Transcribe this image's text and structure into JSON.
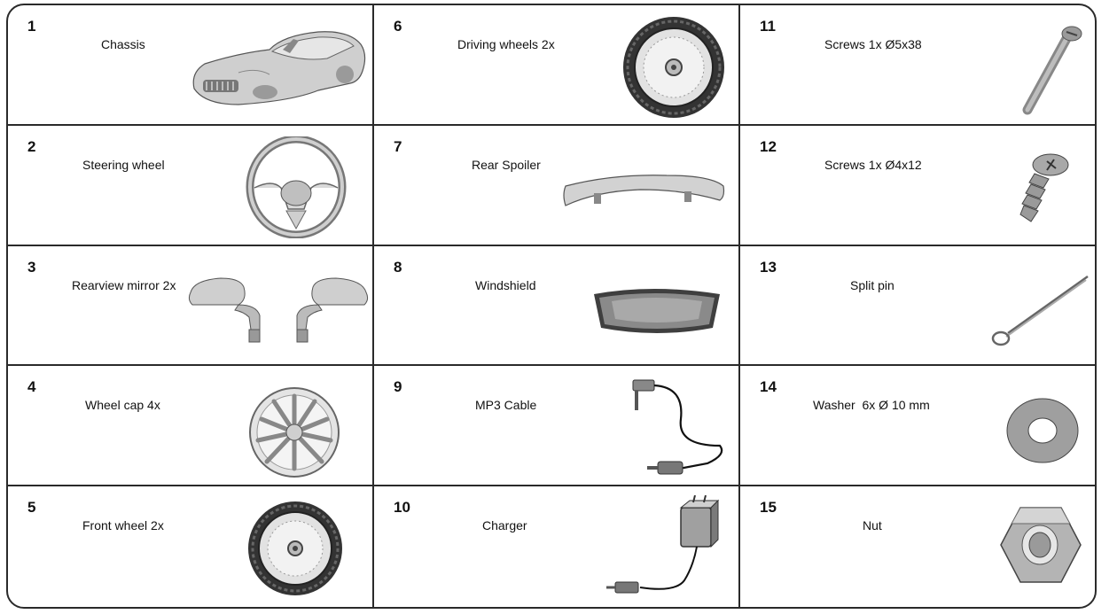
{
  "parts": [
    {
      "number": "1",
      "name": "Chassis",
      "icon": "car-chassis-icon"
    },
    {
      "number": "2",
      "name": "Steering wheel",
      "icon": "steering-wheel-icon"
    },
    {
      "number": "3",
      "name": "Rearview mirror 2x",
      "icon": "rearview-mirror-icon"
    },
    {
      "number": "4",
      "name": "Wheel cap 4x",
      "icon": "wheel-cap-icon"
    },
    {
      "number": "5",
      "name": "Front wheel 2x",
      "icon": "front-wheel-icon"
    },
    {
      "number": "6",
      "name": "Driving wheels 2x",
      "icon": "driving-wheel-icon"
    },
    {
      "number": "7",
      "name": "Rear Spoiler",
      "icon": "rear-spoiler-icon"
    },
    {
      "number": "8",
      "name": "Windshield",
      "icon": "windshield-icon"
    },
    {
      "number": "9",
      "name": "MP3 Cable",
      "icon": "mp3-cable-icon"
    },
    {
      "number": "10",
      "name": "Charger",
      "icon": "charger-icon"
    },
    {
      "number": "11",
      "name": "Screws 1x Ø5x38",
      "icon": "long-screw-icon"
    },
    {
      "number": "12",
      "name": "Screws 1x Ø4x12",
      "icon": "short-screw-icon"
    },
    {
      "number": "13",
      "name": "Split pin",
      "icon": "split-pin-icon"
    },
    {
      "number": "14",
      "name": "Washer  6x Ø 10 mm",
      "icon": "washer-icon"
    },
    {
      "number": "15",
      "name": "Nut",
      "icon": "nut-icon"
    }
  ]
}
